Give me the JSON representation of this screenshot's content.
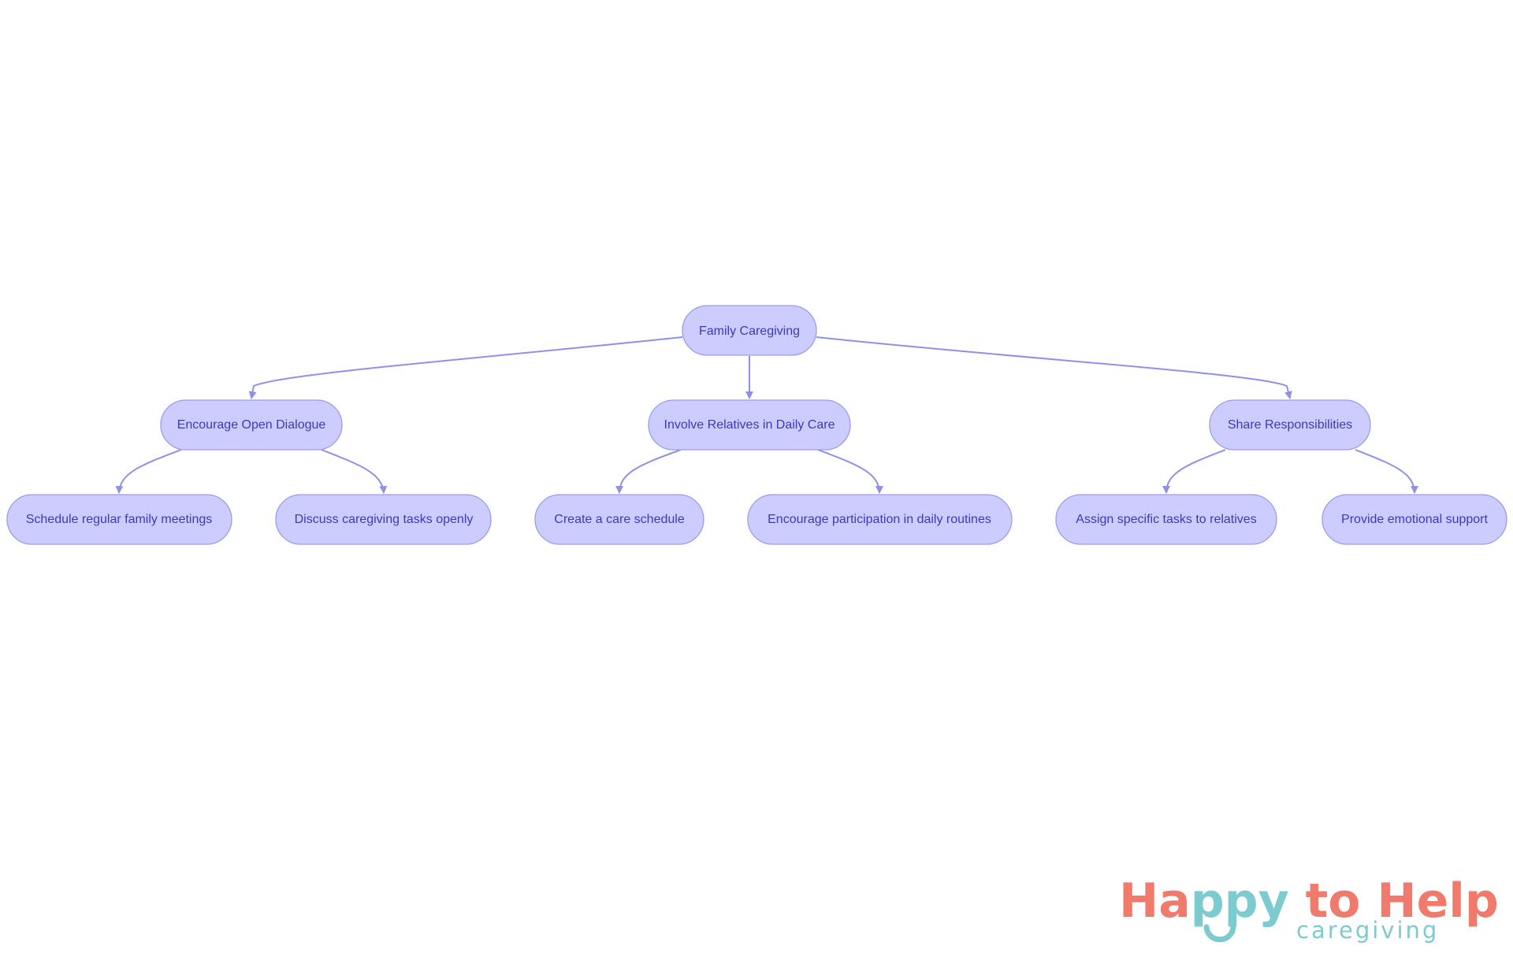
{
  "diagram": {
    "root": "Family Caregiving",
    "branches": [
      {
        "label": "Encourage Open Dialogue",
        "children": [
          "Schedule regular family meetings",
          "Discuss caregiving tasks openly"
        ]
      },
      {
        "label": "Involve Relatives in Daily Care",
        "children": [
          "Create a care schedule",
          "Encourage participation in daily routines"
        ]
      },
      {
        "label": "Share Responsibilities",
        "children": [
          "Assign specific tasks to relatives",
          "Provide emotional support"
        ]
      }
    ]
  },
  "logo": {
    "word1": "Ha",
    "word2": "ppy",
    "word3": " to Help",
    "tagline": "caregiving",
    "colors": {
      "primary": "#f07b6c",
      "secondary": "#7ccbcf"
    }
  },
  "colors": {
    "node_fill": "#ccccff",
    "node_stroke": "#9b9bea",
    "node_text": "#3a3ab8",
    "edge": "#8f90e8"
  }
}
